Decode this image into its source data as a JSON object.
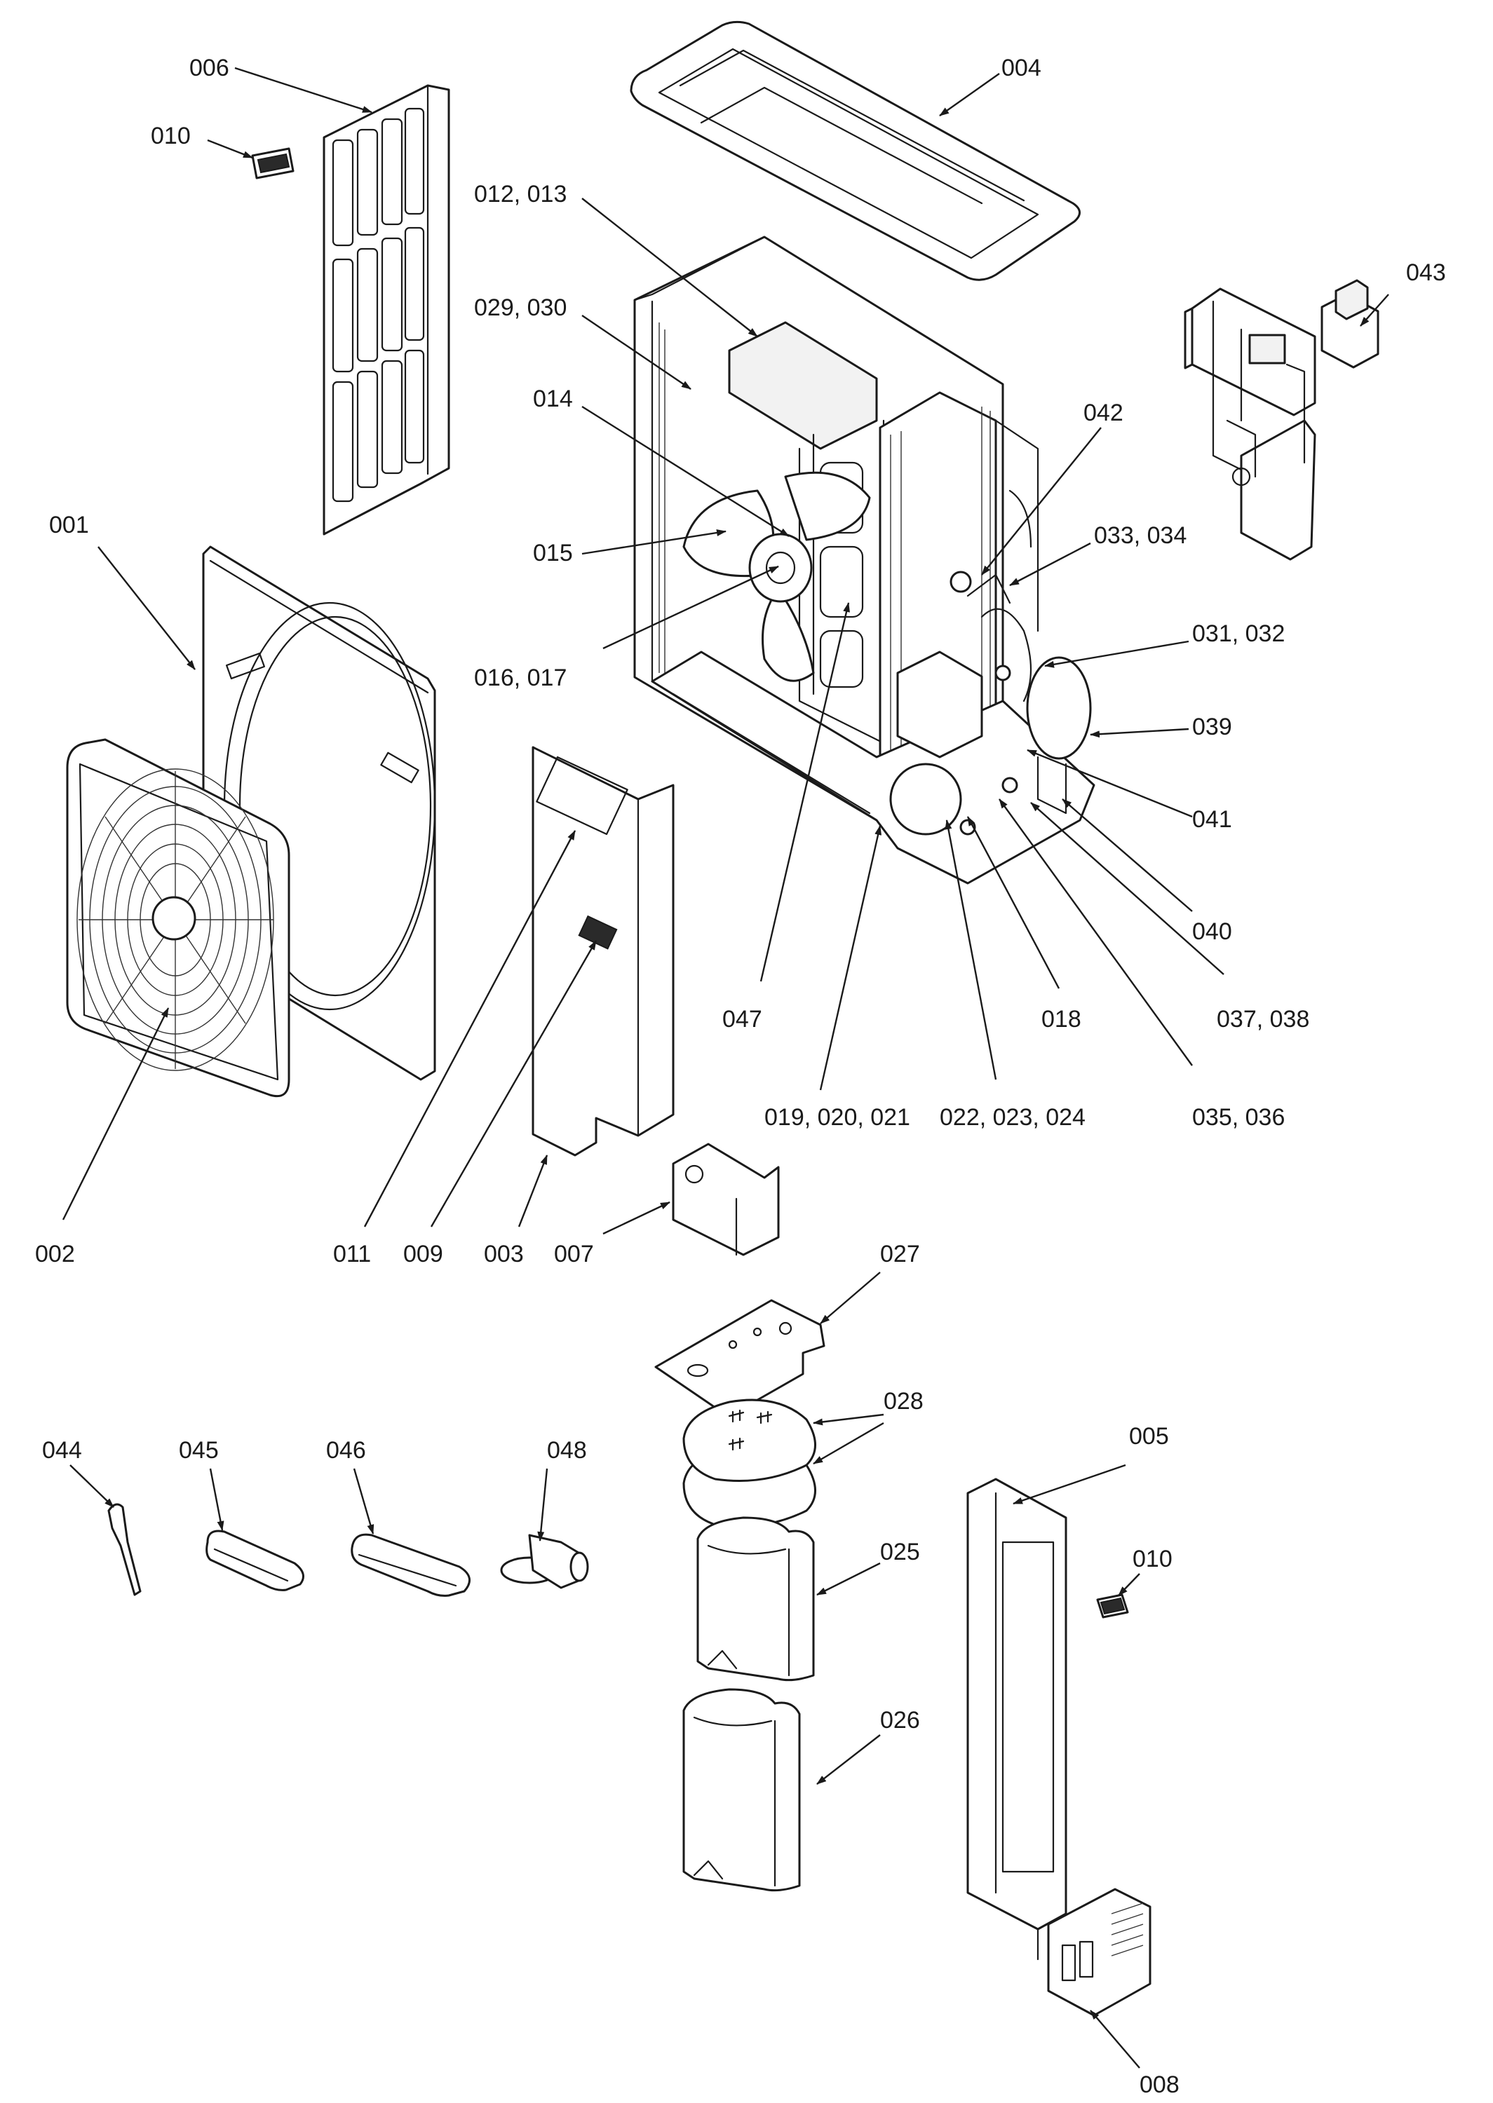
{
  "callouts": [
    {
      "id": "c001",
      "text": "001"
    },
    {
      "id": "c002",
      "text": "002"
    },
    {
      "id": "c003",
      "text": "003"
    },
    {
      "id": "c004",
      "text": "004"
    },
    {
      "id": "c005",
      "text": "005"
    },
    {
      "id": "c006",
      "text": "006"
    },
    {
      "id": "c007",
      "text": "007"
    },
    {
      "id": "c008",
      "text": "008"
    },
    {
      "id": "c009",
      "text": "009"
    },
    {
      "id": "c010a",
      "text": "010"
    },
    {
      "id": "c010b",
      "text": "010"
    },
    {
      "id": "c011",
      "text": "011"
    },
    {
      "id": "c012",
      "text": "012, 013"
    },
    {
      "id": "c014",
      "text": "014"
    },
    {
      "id": "c015",
      "text": "015"
    },
    {
      "id": "c016",
      "text": "016, 017"
    },
    {
      "id": "c018",
      "text": "018"
    },
    {
      "id": "c019",
      "text": "019, 020, 021"
    },
    {
      "id": "c022",
      "text": "022, 023, 024"
    },
    {
      "id": "c025",
      "text": "025"
    },
    {
      "id": "c026",
      "text": "026"
    },
    {
      "id": "c027",
      "text": "027"
    },
    {
      "id": "c028",
      "text": "028"
    },
    {
      "id": "c029",
      "text": "029, 030"
    },
    {
      "id": "c031",
      "text": "031, 032"
    },
    {
      "id": "c033",
      "text": "033, 034"
    },
    {
      "id": "c035",
      "text": "035, 036"
    },
    {
      "id": "c037",
      "text": "037, 038"
    },
    {
      "id": "c039",
      "text": "039"
    },
    {
      "id": "c040",
      "text": "040"
    },
    {
      "id": "c041",
      "text": "041"
    },
    {
      "id": "c042",
      "text": "042"
    },
    {
      "id": "c043",
      "text": "043"
    },
    {
      "id": "c044",
      "text": "044"
    },
    {
      "id": "c045",
      "text": "045"
    },
    {
      "id": "c046",
      "text": "046"
    },
    {
      "id": "c047",
      "text": "047"
    },
    {
      "id": "c048",
      "text": "048"
    }
  ]
}
